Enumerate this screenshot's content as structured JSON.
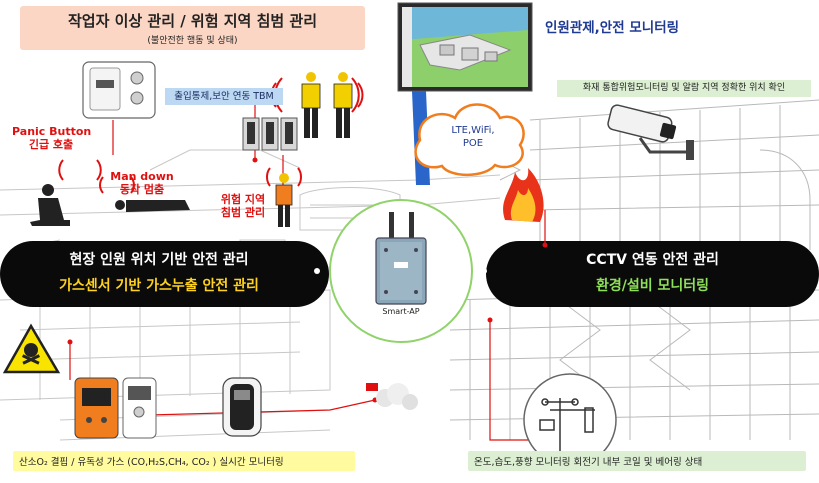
{
  "header": {
    "title": "작업자 이상 관리 / 위험 지역 침범 관리",
    "subtitle": "(불안전한 행동 및 상태)"
  },
  "top_right": {
    "monitoring_title": "인원관제,안전 모니터링",
    "cctv_caption": "화재 통합위험모니터링 및  알람 지역 정확한 위치 확인"
  },
  "labels": {
    "access_control": "출입통제,보안 연동 TBM",
    "panic_button": "Panic Button",
    "emergency_call": "긴급 호출",
    "man_down": "Man down",
    "motion_detect": "동작 멈춤",
    "danger_zone_1": "위험 지역",
    "danger_zone_2": "침범 관리",
    "network": "LTE,WiFi,",
    "network_poe": "POE",
    "smart_ap": "Smart-AP"
  },
  "banner_left": {
    "line1": "현장 인원 위치 기반 안전 관리",
    "line2": "가스센서 기반 가스누출 안전 관리"
  },
  "banner_right": {
    "line1": "CCTV 연동 안전 관리",
    "line2": "환경/설비 모니터링"
  },
  "bottom": {
    "gas_caption": "산소O₂ 결핍 / 유독성 가스 (CO,H₂S,CH₄, CO₂ ) 실시간 모니터링",
    "env_caption": "온도,습도,풍향 모니터링 회전기 내부 코일 및 베어링 상태"
  },
  "colors": {
    "banner_bg": "#0a0a0a",
    "banner_white_text": "#ffffff",
    "banner_yellow_text": "#ffd21f",
    "banner_green_text": "#8ee05a",
    "header_bg": "#fbd6c4",
    "accent_red": "#e01010",
    "smart_ap_ring": "#8fd36a",
    "yellow_box": "#fffb9e",
    "green_box": "#dcefd2",
    "cloud": "#f07d1e",
    "blue_arrow": "#2a66c9"
  }
}
